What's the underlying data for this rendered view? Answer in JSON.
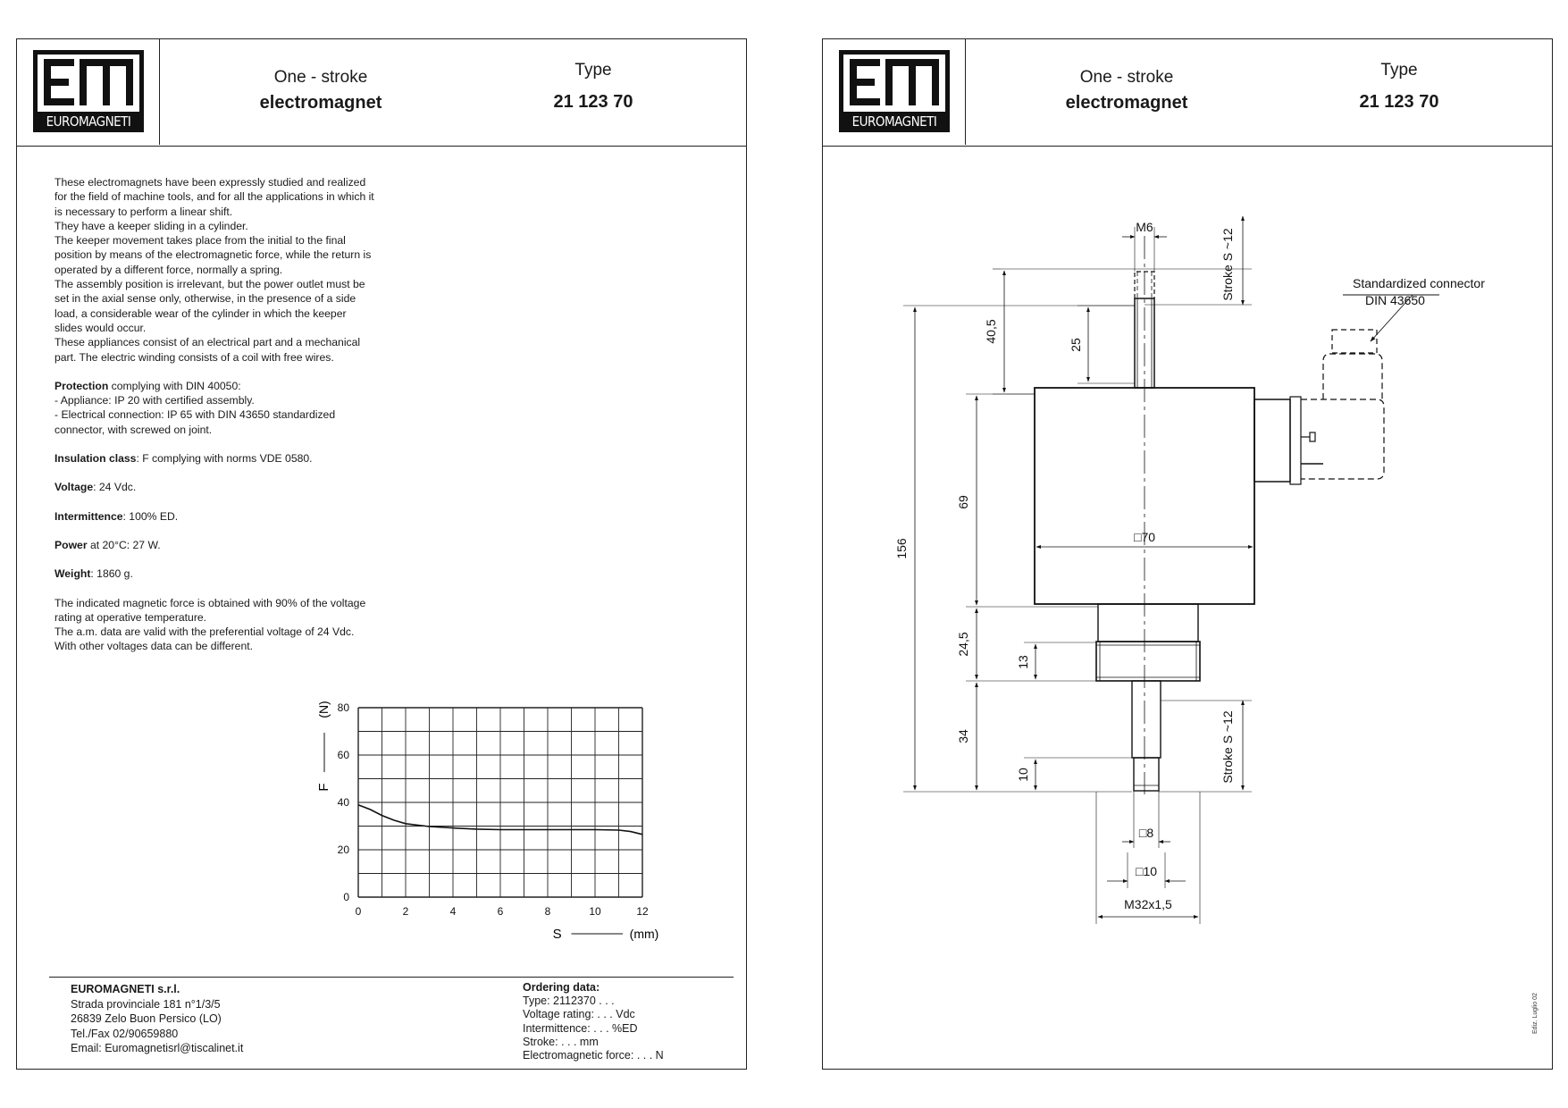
{
  "brand": {
    "logo_text": "EUROMAGNETI"
  },
  "header": {
    "title_line1": "One - stroke",
    "title_line2": "electromagnet",
    "type_label": "Type",
    "type_value": "21 123 70"
  },
  "description": {
    "intro": [
      "These electromagnets have been expressly studied and realized",
      "for the field of machine tools, and for all the applications in which it",
      "is necessary to perform a linear shift.",
      "They have a keeper sliding in a cylinder.",
      "The keeper movement takes place from the initial to the final",
      "position by means of the electromagnetic force, while the return is",
      "operated by a different force, normally a spring.",
      "The assembly position is irrelevant, but the power outlet must be",
      "set in the axial sense only, otherwise, in the presence of a side",
      "load, a considerable wear of the cylinder in which the keeper",
      "slides would occur.",
      "These appliances consist of an electrical part and a mechanical",
      "part. The electric winding consists of a coil with free wires."
    ],
    "protection_label": "Protection",
    "protection_text": " complying with DIN 40050:",
    "protection_items": [
      "- Appliance: IP 20 with certified assembly.",
      "- Electrical connection: IP 65 with DIN 43650 standardized",
      "connector, with screwed on joint."
    ],
    "insulation_label": "Insulation class",
    "insulation_text": ": F complying with norms VDE 0580.",
    "voltage_label": "Voltage",
    "voltage_text": ": 24 Vdc.",
    "intermittence_label": "Intermittence",
    "intermittence_text": ": 100% ED.",
    "power_label": "Power",
    "power_text": " at 20°C: 27 W.",
    "weight_label": "Weight",
    "weight_text": ": 1860 g.",
    "notes": [
      "The indicated magnetic force is obtained with 90% of the voltage",
      "rating at operative temperature.",
      "The a.m. data are valid with the preferential voltage of 24 Vdc.",
      "With other voltages data can be different."
    ]
  },
  "chart_data": {
    "type": "line",
    "xlabel": "S",
    "xunit": "(mm)",
    "ylabel": "F",
    "yunit": "(N)",
    "xlim": [
      0,
      12
    ],
    "ylim": [
      0,
      80
    ],
    "xticks": [
      0,
      2,
      4,
      6,
      8,
      10,
      12
    ],
    "yticks": [
      0,
      20,
      40,
      60,
      80
    ],
    "grid": true,
    "x_grid_step": 1,
    "y_grid_step": 10,
    "series": [
      {
        "x": [
          0,
          0.5,
          1,
          1.5,
          2,
          3,
          4,
          5,
          6,
          7,
          8,
          9,
          10,
          11,
          11.5,
          12
        ],
        "y": [
          39,
          37,
          34.5,
          32.5,
          31,
          29.8,
          29.2,
          28.7,
          28.5,
          28.5,
          28.5,
          28.5,
          28.5,
          28.3,
          27.7,
          26.5
        ]
      }
    ]
  },
  "footer": {
    "company_name": "EUROMAGNETI s.r.l.",
    "address_line1": "Strada provinciale 181 n°1/3/5",
    "address_line2": "26839 Zelo Buon Persico (LO)",
    "phone": "Tel./Fax 02/90659880",
    "email": "Email: Euromagnetisrl@tiscalinet.it",
    "ordering_title": "Ordering data:",
    "ordering_lines": [
      "Type: 2112370 . . .",
      "Voltage rating: . . . Vdc",
      "Intermittence: . . . %ED",
      "Stroke: . . . mm",
      "Electromagnetic force: . . . N"
    ]
  },
  "drawing": {
    "m6": "M6",
    "stroke_top": "Stroke S ~12",
    "stroke_bottom": "Stroke S ~12",
    "connector_line1": "Standardized connector",
    "connector_line2": "DIN 43650",
    "dim_156": "156",
    "dim_40_5": "40,5",
    "dim_25": "25",
    "dim_69": "69",
    "dim_70": "□70",
    "dim_24_5": "24,5",
    "dim_13": "13",
    "dim_34": "34",
    "dim_10": "10",
    "dim_sq8": "□8",
    "dim_sq10": "□10",
    "dim_m32": "M32x1,5",
    "edition": "Ediz. Luglio 02"
  }
}
